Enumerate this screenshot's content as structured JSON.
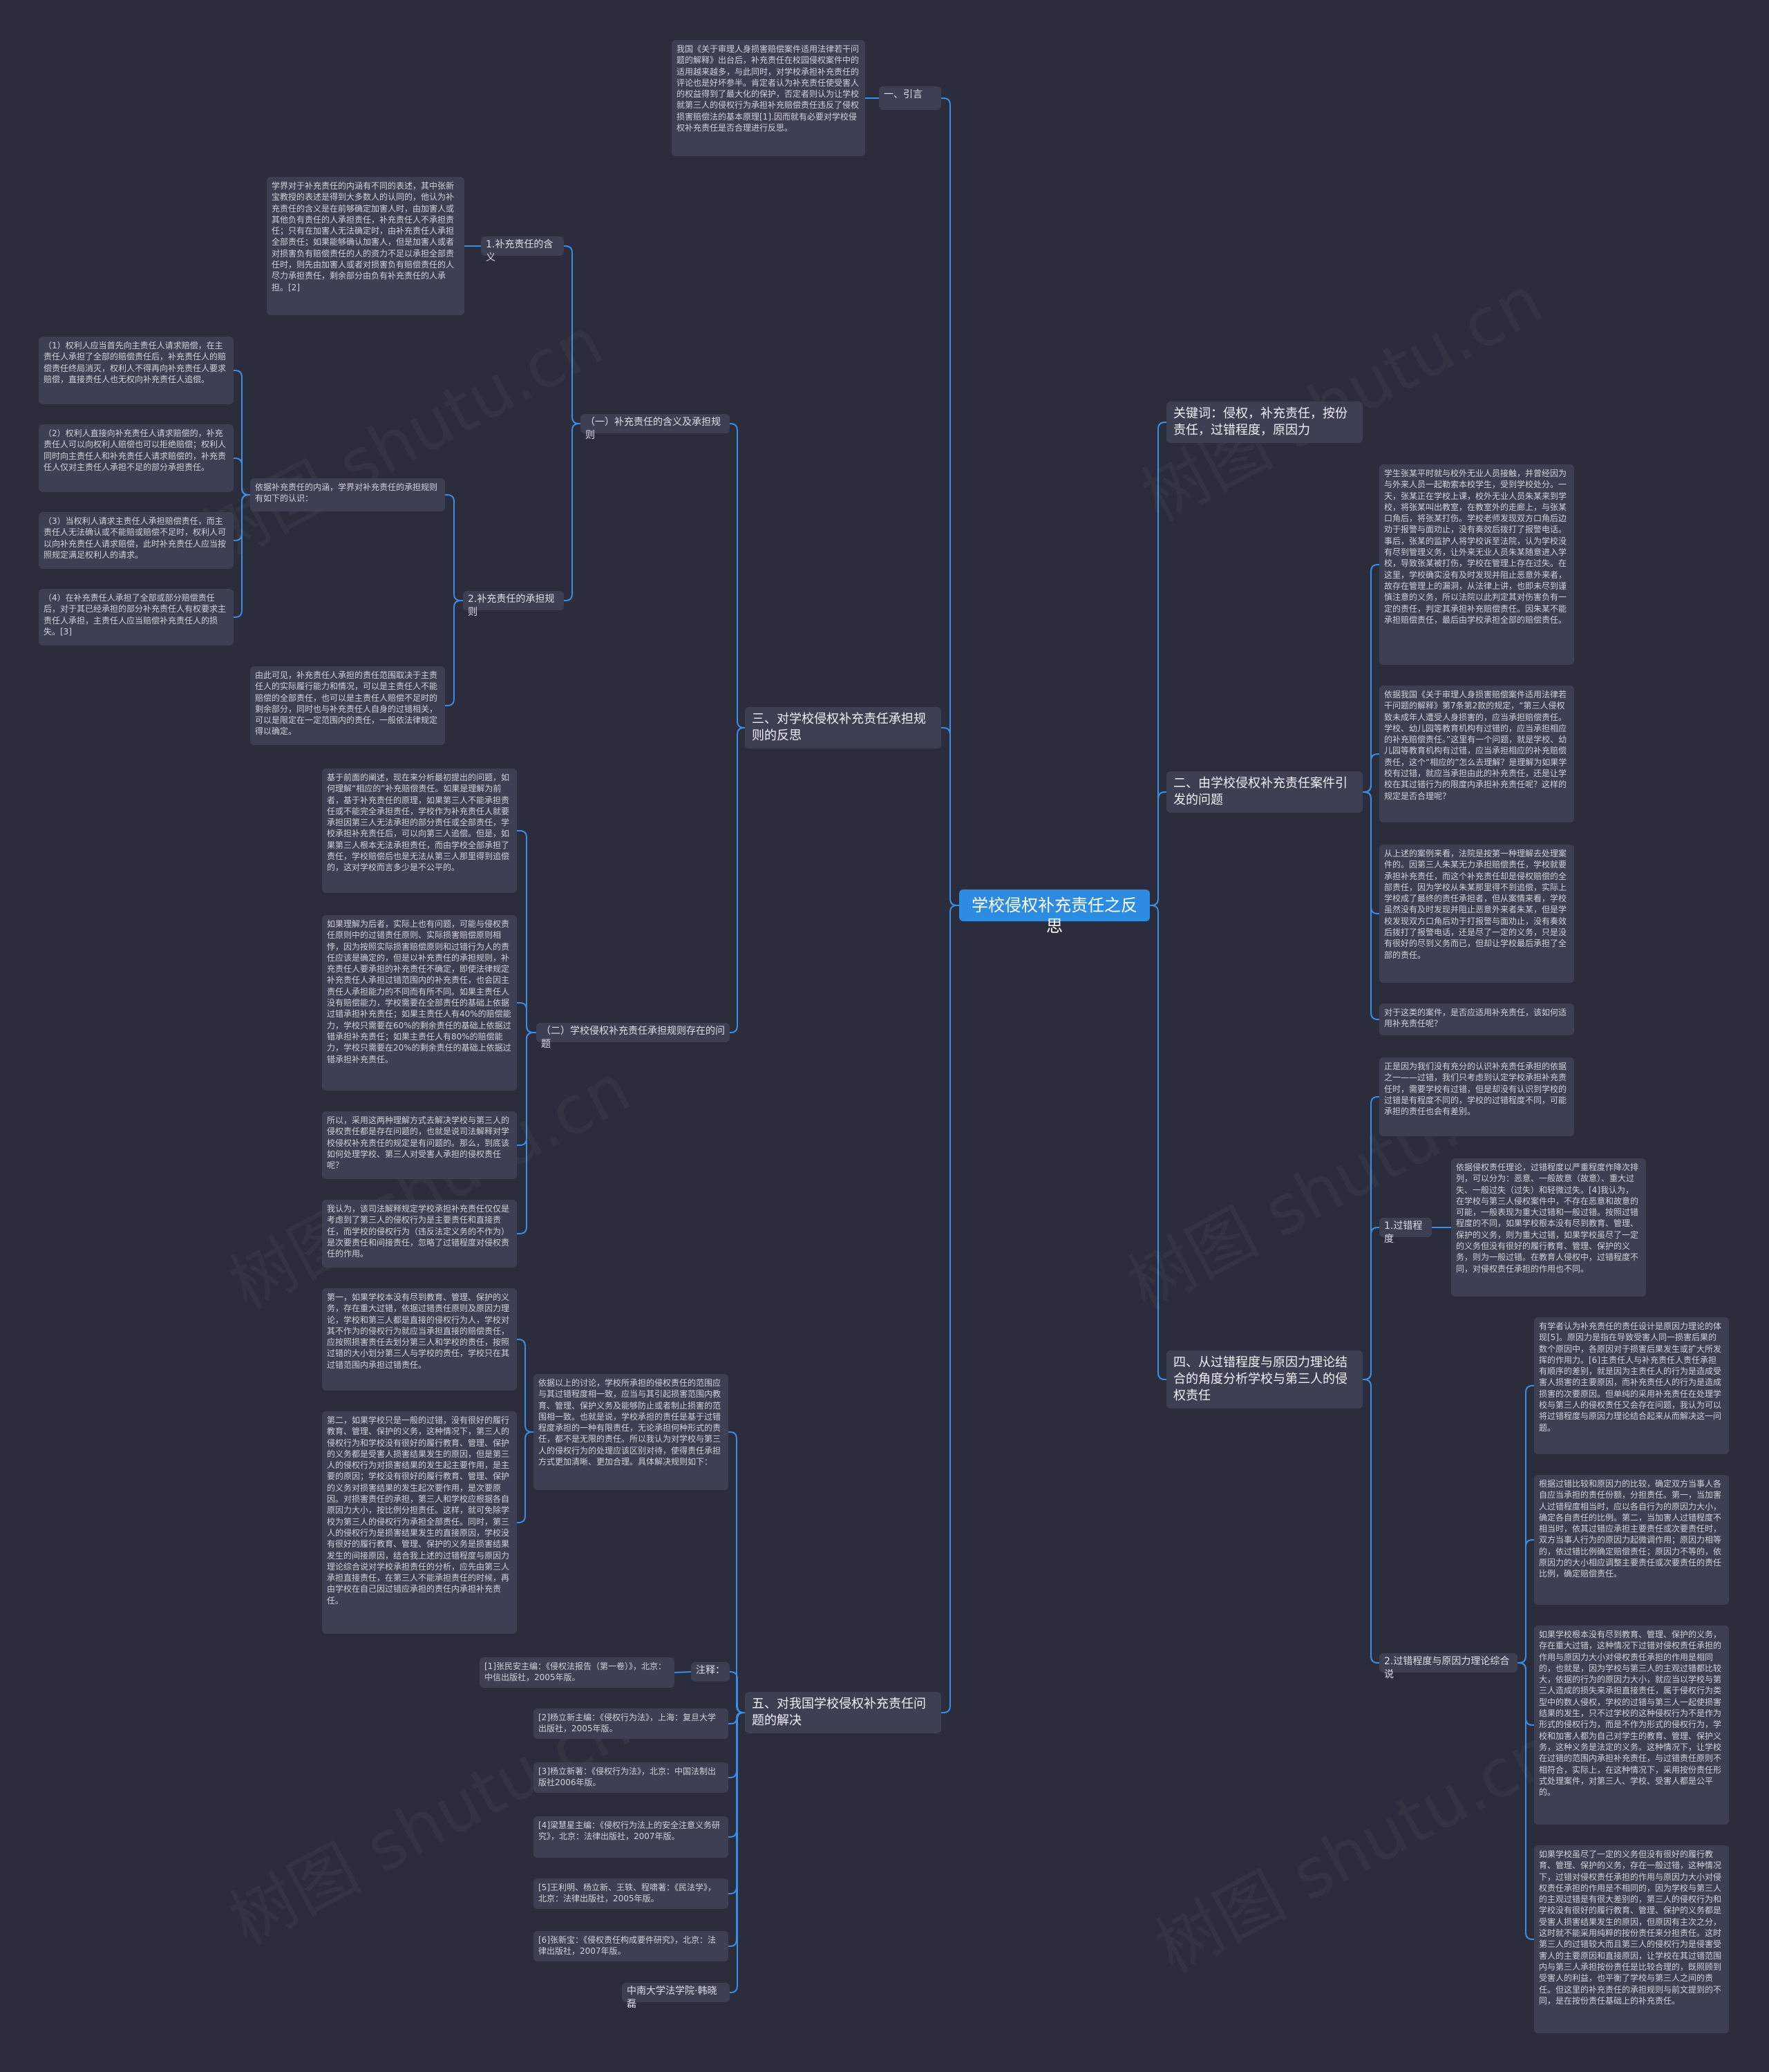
{
  "root": "学校侵权补充责任之反思",
  "watermark": "树图 shutu.cn",
  "colors": {
    "background": "#2b2d3c",
    "node": "#3d4052",
    "root": "#2d8be0",
    "link": "#3a8ee6"
  },
  "nodes": {
    "intro": "一、引言",
    "intro_text": "我国《关于审理人身损害赔偿案件适用法律若干问题的解释》出台后，补充责任在校园侵权案件中的适用越来越多，与此同时，对学校承担补充责任的评论也是好坏参半。肯定者认为补充责任使受害人的权益得到了最大化的保护，否定者则认为让学校就第三人的侵权行为承担补充赔偿责任违反了侵权损害赔偿法的基本原理[1].因而就有必要对学校侵权补充责任是否合理进行反思。",
    "s3": "三、对学校侵权补充责任承担规则的反思",
    "s3a": "（一）补充责任的含义及承担规则",
    "s3a1": "1.补充责任的含义",
    "s3a1_text": "学界对于补充责任的内涵有不同的表述，其中张新宝教授的表述是得到大多数人的认同的，他认为补充责任的含义是在前够确定加害人时，由加害人或其他负有责任的人承担责任，补充责任人不承担责任；只有在加害人无法确定时，由补充责任人承担全部责任；如果能够确认加害人，但是加害人或者对损害负有赔偿责任的人的资力不足以承担全部责任时，则先由加害人或者对损害负有赔偿责任的人尽力承担责任，剩余部分由负有补充责任的人承担。[2]",
    "s3a2": "2.补充责任的承担规则",
    "s3a2_intro": "依据补充责任的内涵，学界对补充责任的承担规则有如下的认识：",
    "s3a2_r1": "（1）权利人应当首先向主责任人请求赔偿，在主责任人承担了全部的赔偿责任后，补充责任人的赔偿责任终局消灭，权利人不得再向补充责任人要求赔偿，直接责任人也无权向补充责任人追偿。",
    "s3a2_r2": "（2）权利人直接向补充责任人请求赔偿的，补充责任人可以向权利人赔偿也可以拒绝赔偿；权利人同时向主责任人和补充责任人请求赔偿的，补充责任人仅对主责任人承担不足的部分承担责任。",
    "s3a2_r3": "（3）当权利人请求主责任人承担赔偿责任，而主责任人无法确认或不能赔或赔偿不足时，权利人可以向补充责任人请求赔偿，此时补充责任人应当按照规定满足权利人的请求。",
    "s3a2_r4": "（4）在补充责任人承担了全部或部分赔偿责任后，对于其已经承担的部分补充责任人有权要求主责任人承担，主责任人应当赔偿补充责任人的损失。[3]",
    "s3a2_concl": "由此可见，补充责任人承担的责任范围取决于主责任人的实际履行能力和情况，可以是主责任人不能赔偿的全部责任，也可以是主责任人赔偿不足时的剩余部分，同时也与补充责任人自身的过错相关，可以是限定在一定范围内的责任，一般依法律规定得以确定。",
    "s3b": "（二）学校侵权补充责任承担规则存在的问题",
    "s3b_t1": "基于前面的阐述，现在来分析最初提出的问题，如何理解“相应的”补充赔偿责任。如果是理解为前者，基于补充责任的原理，如果第三人不能承担责任或不能完全承担责任，学校作为补充责任人就要承担因第三人无法承担的部分责任或全部责任，学校承担补充责任后，可以向第三人追偿。但是，如果第三人根本无法承担责任，而由学校全部承担了责任，学校赔偿后也是无法从第三人那里得到追偿的，这对学校而言多少是不公平的。",
    "s3b_t2": "如果理解为后者，实际上也有问题，可能与侵权责任原则中的过错责任原则、实际损害赔偿原则相悖，因为按照实际损害赔偿原则和过错行为人的责任应该是确定的，但是以补充责任的承担规则，补充责任人要承担的补充责任不确定，即使法律规定补充责任人承担过错范围内的补充责任，也会因主责任人承担能力的不同而有所不同。如果主责任人没有赔偿能力，学校需要在全部责任的基础上依据过错承担补充责任；如果主责任人有40%的赔偿能力，学校只需要在60%的剩余责任的基础上依据过错承担补充责任；如果主责任人有80%的赔偿能力，学校只需要在20%的剩余责任的基础上依据过错承担补充责任。",
    "s3b_t3": "所以，采用这两种理解方式去解决学校与第三人的侵权责任都是存在问题的，也就是说司法解释对学校侵权补充责任的规定是有问题的。那么，到底该如何处理学校、第三人对受害人承担的侵权责任呢？",
    "s3b_t4": "我认为，该司法解释规定学校承担补充责任仅仅是考虑到了第三人的侵权行为是主要责任和直接责任，而学校的侵权行为（违反法定义务的不作为）是次要责任和间接责任，忽略了过错程度对侵权责任的作用。",
    "s5": "五、对我国学校侵权补充责任问题的解决",
    "s5_main": "依据以上的讨论，学校所承担的侵权责任的范围应与其过错程度相一致，应当与其引起损害范围内教育、管理、保护义务及能够防止或者制止损害的范围相一致。也就是说，学校承担的责任是基于过错程度承担的一种有限责任，无论承担何种形式的责任，都不是无限的责任。所以我认为对学校与第三人的侵权行为的处理应该区别对待，使得责任承担方式更加清晰、更加合理。具体解决规则如下：",
    "s5_t1": "第一，如果学校本没有尽到教育、管理、保护的义务，存在重大过错，依据过错责任原则及原因力理论，学校和第三人都是直接的侵权行为人，学校对其不作为的侵权行为就应当承担直接的赔偿责任，应按照损害责任去划分第三人和学校的责任，按照过错的大小划分第三人与学校的责任，学校只在其过错范围内承担过错责任。",
    "s5_t2": "第二，如果学校只是一般的过错，没有很好的履行教育、管理、保护的义务，这种情况下，第三人的侵权行为和学校没有很好的履行教育、管理、保护的义务都是受害人损害结果发生的原因，但是第三人的侵权行为对损害结果的发生起主要作用，是主要的原因；学校没有很好的履行教育、管理、保护的义务对损害结果的发生起次要作用，是次要原因。对损害责任的承担，第三人和学校应根据各自原因力大小，按比例分担责任。这样，就可免除学校为第三人的侵权行为承担全部责任。同时，第三人的侵权行为是损害结果发生的直接原因，学校没有很好的履行教育、管理、保护的义务是损害结果发生的间接原因，结合我上述的过错程度与原因力理论综合说对学校承担责任的分析，应先由第三人承担直接责任，在第三人不能承担责任的时候，再由学校在自己因过错应承担的责任内承担补充责任。",
    "s5_note_label": "注释：",
    "s5_n1": "[1]张民安主编：《侵权法报告（第一卷）》，北京：中信出版社，2005年版。",
    "s5_n2": "[2]杨立新主编：《侵权行为法》，上海：复旦大学出版社，2005年版。",
    "s5_n3": "[3]杨立新著：《侵权行为法》，北京：中国法制出版社2006年版。",
    "s5_n4": "[4]梁慧星主编：《侵权行为法上的安全注意义务研究》，北京：法律出版社，2007年版。",
    "s5_n5": "[5]王利明、杨立新、王轶、程啸著：《民法学》，北京：法律出版社，2005年版。",
    "s5_n6": "[6]张新宝：《侵权责任构成要件研究》，北京：法律出版社，2007年版。",
    "s5_author": "中南大学法学院·韩晓磊",
    "kw": "关键词：侵权，补充责任，按份责任，过错程度，原因力",
    "s2": "二、由学校侵权补充责任案件引发的问题",
    "s2_t1": "学生张某平时就与校外无业人员接触，并曾经因为与外来人员一起勒索本校学生，受到学校处分。一天，张某正在学校上课，校外无业人员朱某来到学校，将张某叫出教室，在教室外的走廊上，与张某口角后，将张某打伤。学校老师发现双方口角后边劝于报警与面劝止，没有奏效后拨打了报警电话。事后，张某的监护人将学校诉至法院，认为学校没有尽到管理义务，让外来无业人员朱某随意进入学校，导致张某被打伤，学校在管理上存在过失。在这里，学校确实没有及时发现并阻止恶意外来者，故存在管理上的漏洞，从法律上讲，也即未尽到谨慎注意的义务，所以法院以此判定其对伤害负有一定的责任，判定其承担补充赔偿责任。因朱某不能承担赔偿责任，最后由学校承担全部的赔偿责任。",
    "s2_t2": "依据我国《关于审理人身损害赔偿案件适用法律若干问题的解释》第7条第2款的规定，“第三人侵权致未成年人遭受人身损害的，应当承担赔偿责任。学校、幼儿园等教育机构有过错的，应当承担相应的补充赔偿责任。”这里有一个问题，就是学校、幼儿园等教育机构有过错，应当承担相应的补充赔偿责任，这个“相应的”怎么去理解？是理解为如果学校有过错，就应当承担由此的补充责任，还是让学校在其过错行为的限度内承担补充责任呢？这样的规定是否合理呢？",
    "s2_t3": "从上述的案例来看，法院是按第一种理解去处理案件的。因第三人朱某无力承担赔偿责任，学校就要承担补充责任，而这个补充责任却是侵权赔偿的全部责任，因为学校从朱某那里得不到追偿，实际上学校成了最终的责任承担者，但从案情来看，学校虽然没有及时发现并阻止恶意外来者朱某，但是学校发现双方口角后劝于打报警与面劝止，没有奏效后拨打了报警电话，还是尽了一定的义务，只是没有很好的尽到义务而已，但却让学校最后承担了全部的责任。",
    "s2_t4": "对于这类的案件，是否应适用补充责任，该如何适用补充责任呢？",
    "s4": "四、从过错程度与原因力理论结合的角度分析学校与第三人的侵权责任",
    "s4_intro": "正是因为我们没有充分的认识补充责任承担的依据之一——过错，我们只考虑到认定学校承担补充责任时，需要学校有过错，但是却没有认识到学校的过错是有程度不同的，学校的过错程度不同，可能承担的责任也会有差别。",
    "s4_1": "1.过错程度",
    "s4_1_text": "依据侵权责任理论，过错程度以严重程度作降次排列，可以分为：恶意、一般故意（故意）、重大过失、一般过失（过失）和轻微过失。[4]我认为，在学校与第三人侵权案件中，不存在恶意和故意的可能，一般表现为重大过错和一般过错。按照过错程度的不同，如果学校根本没有尽到教育、管理、保护的义务，则为重大过错，如果学校虽尽了一定的义务但没有很好的履行教育、管理、保护的义务，则为一般过错。在教育人侵权中，过错程度不同，对侵权责任承担的作用也不同。",
    "s4_2": "2.过错程度与原因力理论综合说",
    "s4_2_t1": "有学者认为补充责任的责任设计是原因力理论的体现[5]。原因力是指在导致受害人同一损害后果的数个原因中，各原因对于损害后果发生或扩大所发挥的作用力。[6]主责任人与补充责任人责任承担有顺序的差别，就是因为主责任人的行为是造成受害人损害的主要原因，而补充责任人的行为是造成损害的次要原因。但单纯的采用补充责任在处理学校与第三人的侵权责任又会存在问题，我认为可以将过错程度与原因力理论结合起来从而解决这一问题。",
    "s4_2_t2": "根据过错比较和原因力的比较，确定双方当事人各自应当承担的责任份额，分担责任。第一，当加害人过错程度相当时，应以各自行为的原因力大小，确定各自责任的比例。第二，当加害人过错程度不相当时，依其过错应承担主要责任或次要责任时，双方当事人行为的原因力起微调作用；原因力相等的，依过错比例确定赔偿责任；原因力不等的，依原因力的大小相应调整主要责任或次要责任的责任比例，确定赔偿责任。",
    "s4_2_t3": "如果学校根本没有尽到教育、管理、保护的义务，存在重大过错，这种情况下过错对侵权责任承担的作用与原因力大小对侵权责任承担的作用是相同的，也就是，因为学校与第三人的主观过错都比较大，依据的行为的原因力大小，就应当以学校与第三人造成的损失来承担直接责任，属于侵权行为类型中的数人侵权，学校的过错与第三人一起使损害结果的发生，只不过学校的这种侵权行为不是作为形式的侵权行为，而是不作为形式的侵权行为，学校和加害人都为自己对学生的教育、管理、保护义务，这种义务是法定的义务。这种情况下，让学校在过错的范围内承担补充责任，与过错责任原则不相符合，实际上，在这种情况下，采用按份责任形式处理案件，对第三人、学校、受害人都是公平的。",
    "s4_2_t4": "如果学校虽尽了一定的义务但没有很好的履行教育、管理、保护的义务，存在一般过错，这种情况下，过错对侵权责任承担的作用与原因力大小对侵权责任承担的作用是不相同的，因为学校与第三人的主观过错是有很大差别的，第三人的侵权行为和学校没有很好的履行教育、管理、保护的义务都是受害人损害结果发生的原因，但原因有主次之分，这时就不能采用纯粹的按份责任来分担责任。这时第三人的过错较大而且第三人的侵权行为是侵害受害人的主要原因和直接原因，让学校在其过错范围内与第三人承担按份责任是比较合理的，既照顾到受害人的利益，也平衡了学校与第三人之间的责任。但这里的补充责任的承担规则与前文提到的不同，是在按份责任基础上的补充责任。"
  }
}
